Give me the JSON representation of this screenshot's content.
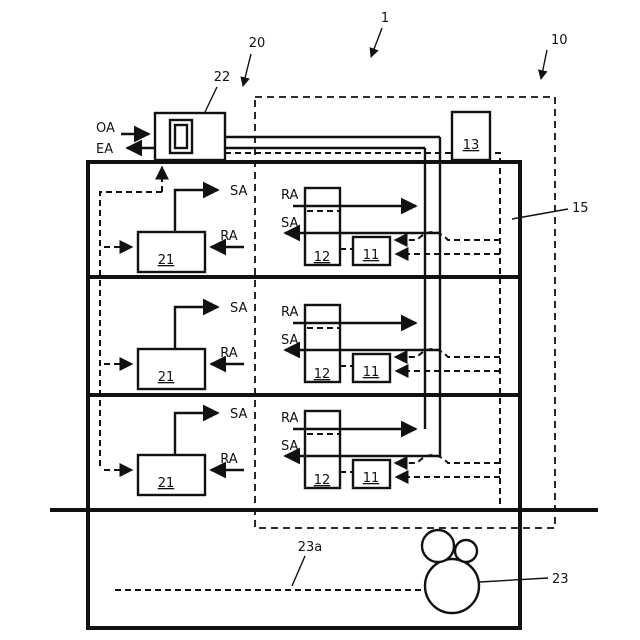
{
  "figure": {
    "ref_1": "1",
    "ref_10": "10",
    "ref_15": "15",
    "ref_20": "20",
    "ref_22": "22",
    "ref_13": "13",
    "ref_23": "23",
    "ref_23a": "23a",
    "oa": "OA",
    "ea": "EA"
  },
  "floors": [
    {
      "sa_branch": "SA",
      "ra_return": "RA",
      "ahu": "21",
      "vav": "12",
      "indoor_unit": "11",
      "ra_duct": "RA",
      "sa_duct": "SA"
    },
    {
      "sa_branch": "SA",
      "ra_return": "RA",
      "ahu": "21",
      "vav": "12",
      "indoor_unit": "11",
      "ra_duct": "RA",
      "sa_duct": "SA"
    },
    {
      "sa_branch": "SA",
      "ra_return": "RA",
      "ahu": "21",
      "vav": "12",
      "indoor_unit": "11",
      "ra_duct": "RA",
      "sa_duct": "SA"
    }
  ]
}
